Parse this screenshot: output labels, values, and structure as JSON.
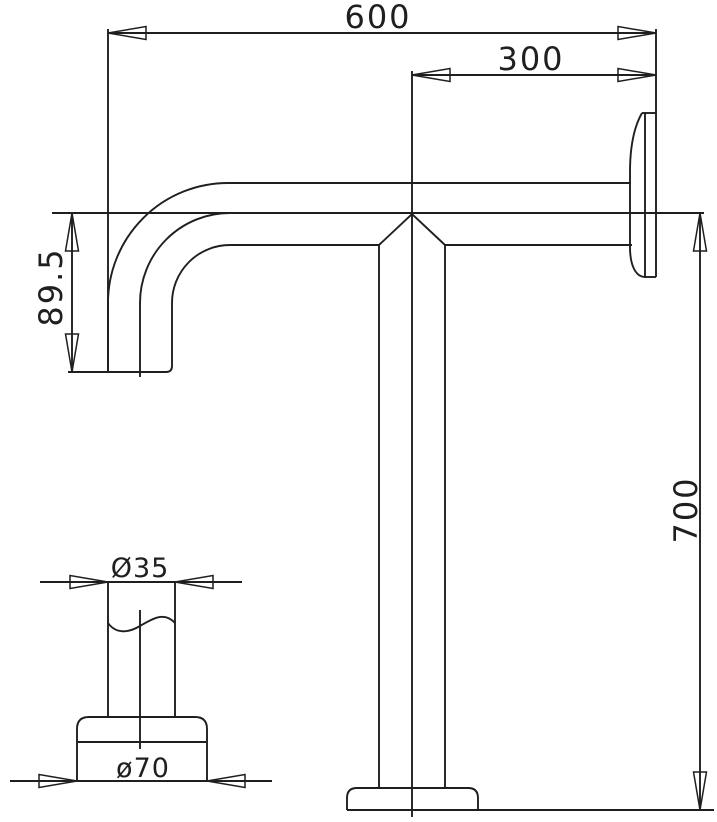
{
  "drawing": {
    "front_view": {
      "dims": {
        "overall_length": "600",
        "post_to_wall": "300",
        "end_drop": "89.5",
        "height": "700"
      }
    },
    "detail_view": {
      "dims": {
        "tube_diameter": "Ø35",
        "base_diameter": "ø70"
      }
    },
    "colors": {
      "line": "#1f1f1f",
      "background": "#ffffff"
    }
  }
}
